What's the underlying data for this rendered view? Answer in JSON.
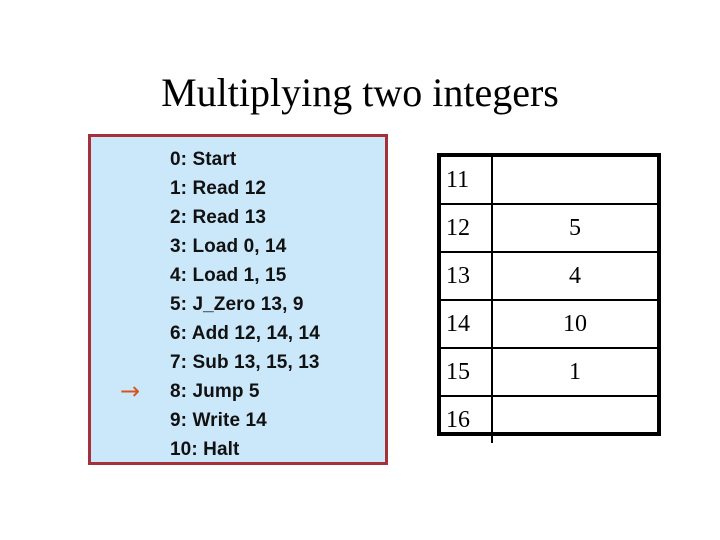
{
  "slide": {
    "title": "Multiplying two integers"
  },
  "program": {
    "panel_background": "#cbe8fa",
    "panel_border_color": "#a6303a",
    "current_line_index": 8,
    "arrow_icon": "→",
    "arrow_color": "#d9531e",
    "lines": [
      "0: Start",
      "1: Read 12",
      "2: Read 13",
      "3: Load 0, 14",
      "4: Load 1, 15",
      "5: J_Zero 13, 9",
      "6: Add 12, 14, 14",
      "7: Sub 13, 15, 13",
      "8: Jump 5",
      "9: Write 14",
      "10: Halt"
    ]
  },
  "memory": {
    "rows": [
      {
        "address": "11",
        "value": ""
      },
      {
        "address": "12",
        "value": "5"
      },
      {
        "address": "13",
        "value": "4"
      },
      {
        "address": "14",
        "value": "10"
      },
      {
        "address": "15",
        "value": "1"
      },
      {
        "address": "16",
        "value": ""
      }
    ]
  }
}
